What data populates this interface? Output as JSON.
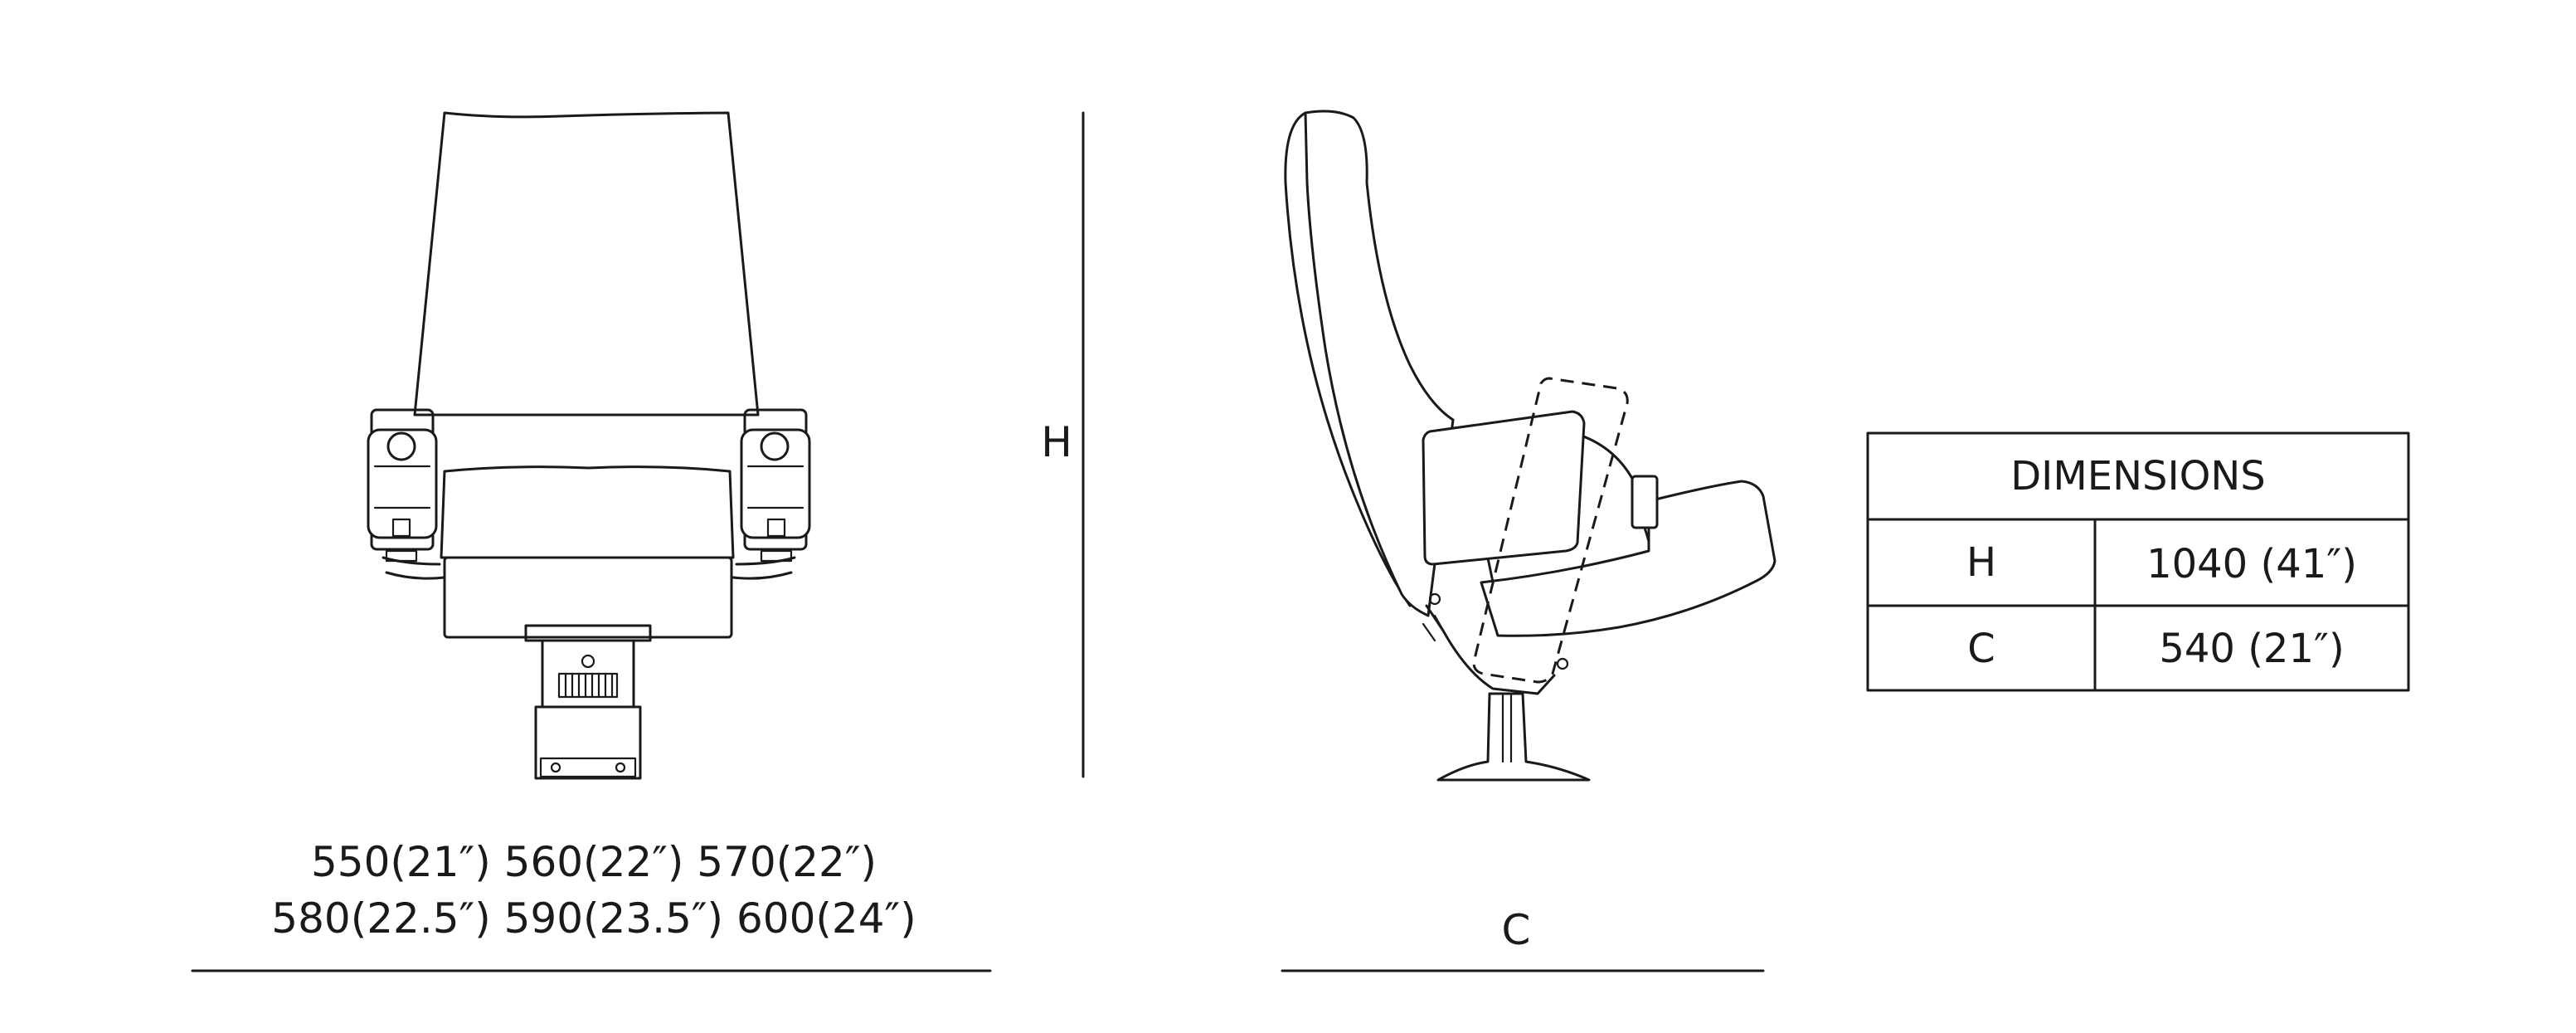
{
  "front_view": {
    "widths_line1": "550(21″) 560(22″) 570(22″)",
    "widths_line2": "580(22.5″) 590(23.5″) 600(24″)"
  },
  "height_marker": "H",
  "side_view": {
    "depth_marker": "C"
  },
  "dimensions_table": {
    "title": "DIMENSIONS",
    "rows": [
      {
        "label": "H",
        "value": "1040 (41″)"
      },
      {
        "label": "C",
        "value": "540 (21″)"
      }
    ]
  }
}
